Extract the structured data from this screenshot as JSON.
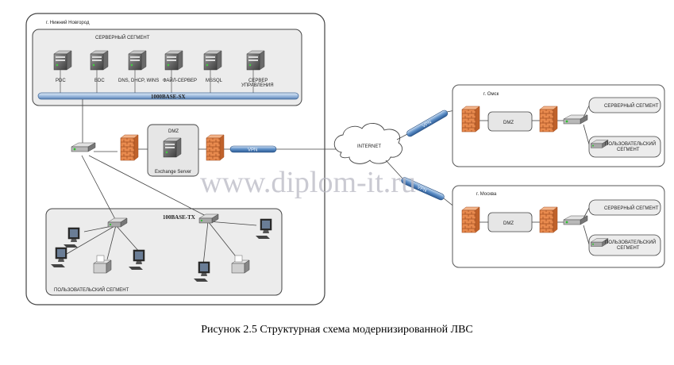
{
  "nn": {
    "city": "г. Нижний Новгород",
    "server_segment": {
      "title": "СЕРВЕРНЫЙ СЕГМЕНТ",
      "servers": [
        "PDC",
        "BDC",
        "DNS, DHCP, WINS",
        "ФАЙЛ-СЕРВЕР",
        "MSSQL",
        "СЕРВЕР УПРАВЛЕНИЯ"
      ],
      "bus": "1000BASE-SX"
    },
    "dmz": {
      "title": "DMZ",
      "server": "Exchange Server"
    },
    "vpn": "VPN",
    "user_segment": {
      "title": "ПОЛЬЗОВАТЕЛЬСКИЙ СЕГМЕНТ",
      "bus": "100BASE-TX"
    }
  },
  "internet": "INTERNET",
  "branches": [
    {
      "city": "г. Омск",
      "vpn": "VPN",
      "dmz": "DMZ",
      "server_segment": "СЕРВЕРНЫЙ СЕГМЕНТ",
      "user_segment": "ПОЛЬЗОВАТЕЛЬСКИЙ СЕГМЕНТ"
    },
    {
      "city": "г. Москва",
      "vpn": "VPN",
      "dmz": "DMZ",
      "server_segment": "СЕРВЕРНЫЙ СЕГМЕНТ",
      "user_segment": "ПОЛЬЗОВАТЕЛЬСКИЙ СЕГМЕНТ"
    }
  ],
  "watermark": "www.diplom-it.ru",
  "caption": "Рисунок 2.5  Структурная схема модернизированной ЛВС"
}
